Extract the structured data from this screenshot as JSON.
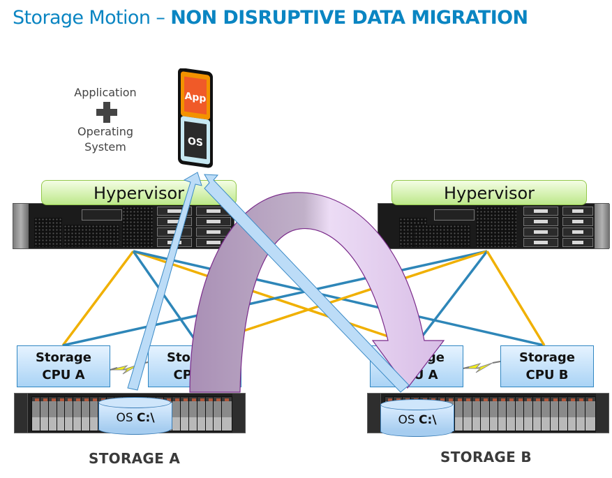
{
  "title": {
    "part1": "Storage Motion – ",
    "part2": "NON DISRUPTIVE DATA MIGRATION",
    "color": "#0a85c2"
  },
  "legend": {
    "application": "Application",
    "operating": "Operating",
    "system": "System",
    "plus_icon": "plus-icon"
  },
  "vm_icon": {
    "app_label": "App",
    "os_label": "OS",
    "app_color": "#f05a28",
    "os_color": "#2b2b2b"
  },
  "hosts": [
    {
      "hypervisor_label": "Hypervisor"
    },
    {
      "hypervisor_label": "Hypervisor"
    }
  ],
  "storage_cpus": {
    "a1": {
      "line1": "Storage",
      "line2": "CPU A"
    },
    "a2": {
      "line1": "Storage",
      "line2": "CPU B"
    },
    "b1": {
      "line1": "Storage",
      "line2": "CPU A"
    },
    "b2": {
      "line1": "Storage",
      "line2": "CPU B"
    }
  },
  "volumes": {
    "a": {
      "prefix": "OS ",
      "drive": "C:\\"
    },
    "b": {
      "prefix": "OS ",
      "drive": "C:\\"
    }
  },
  "storage_labels": {
    "a": "STORAGE A",
    "b": "STORAGE B"
  },
  "colors": {
    "link_blue": "#2e86b8",
    "link_orange": "#f0b000",
    "io_arrow": "#bcdcf7",
    "migration_arrow": "#b49fc0",
    "hypervisor_green": "#bde88a"
  }
}
